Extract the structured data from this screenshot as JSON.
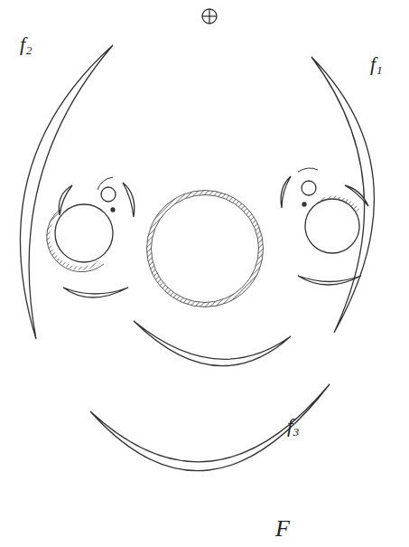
{
  "diagram": {
    "labels": [
      "f₁",
      "f₂",
      "f₃",
      "F"
    ]
  }
}
